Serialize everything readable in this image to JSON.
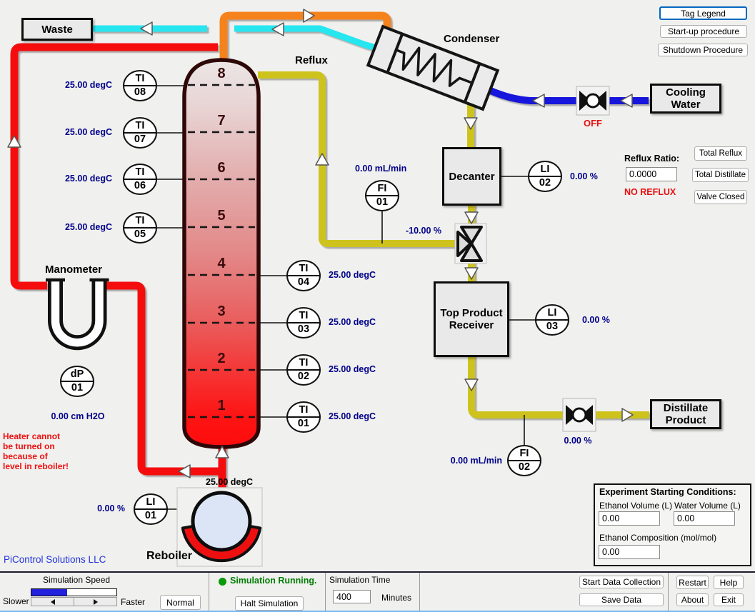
{
  "brand": "PiControl Solutions LLC",
  "procedures": [
    "Tag Legend",
    "Start-up procedure",
    "Shutdown Procedure"
  ],
  "equipment": {
    "waste": "Waste",
    "condenser": "Condenser",
    "cooling_water": "Cooling Water",
    "decanter": "Decanter",
    "receiver": "Top Product Receiver",
    "distillate_product": "Distillate Product",
    "reboiler": "Reboiler",
    "manometer": "Manometer",
    "reflux": "Reflux"
  },
  "column": {
    "trays": [
      "8",
      "7",
      "6",
      "5",
      "4",
      "3",
      "2",
      "1"
    ]
  },
  "instruments": {
    "ti_left": [
      {
        "tag": "TI",
        "num": "08",
        "value": "25.00 degC"
      },
      {
        "tag": "TI",
        "num": "07",
        "value": "25.00 degC"
      },
      {
        "tag": "TI",
        "num": "06",
        "value": "25.00 degC"
      },
      {
        "tag": "TI",
        "num": "05",
        "value": "25.00 degC"
      }
    ],
    "ti_right": [
      {
        "tag": "TI",
        "num": "04",
        "value": "25.00 degC"
      },
      {
        "tag": "TI",
        "num": "03",
        "value": "25.00 degC"
      },
      {
        "tag": "TI",
        "num": "02",
        "value": "25.00 degC"
      },
      {
        "tag": "TI",
        "num": "01",
        "value": "25.00 degC"
      }
    ],
    "fi01": {
      "tag": "FI",
      "num": "01",
      "value": "0.00 mL/min"
    },
    "fi02": {
      "tag": "FI",
      "num": "02",
      "value": "0.00 mL/min"
    },
    "li01": {
      "tag": "LI",
      "num": "01",
      "value": "0.00 %"
    },
    "li02": {
      "tag": "LI",
      "num": "02",
      "value": "0.00 %"
    },
    "li03": {
      "tag": "LI",
      "num": "03",
      "value": "0.00 %"
    },
    "dp01": {
      "tag": "dP",
      "num": "01",
      "value": "0.00 cm H2O"
    },
    "reboiler_temp": "25.00 degC",
    "reflux_valve_pct": "-10.00 %",
    "distillate_valve_pct": "0.00 %",
    "cooling_valve_state": "OFF"
  },
  "reflux_panel": {
    "label": "Reflux Ratio:",
    "value": "0.0000",
    "status": "NO REFLUX",
    "buttons": [
      "Total Reflux",
      "Total Distillate",
      "Valve Closed"
    ]
  },
  "warning": {
    "lines": [
      "Heater cannot",
      "be turned on",
      "because of",
      "level in reboiler!"
    ]
  },
  "experiment": {
    "title": "Experiment Starting Conditions:",
    "ethanol_volume_label": "Ethanol Volume (L)",
    "water_volume_label": "Water Volume (L)",
    "ethanol_volume": "0.00",
    "water_volume": "0.00",
    "composition_label": "Ethanol Composition (mol/mol)",
    "composition": "0.00"
  },
  "controls": {
    "speed_label": "Simulation Speed",
    "slower": "Slower",
    "faster": "Faster",
    "normal": "Normal",
    "speed_fraction": 0.42,
    "status": "Simulation Running.",
    "halt": "Halt Simulation",
    "time_label": "Simulation Time",
    "time_value": "400",
    "minutes": "Minutes",
    "start_data": "Start Data Collection",
    "save_data": "Save Data",
    "restart": "Restart",
    "help": "Help",
    "about": "About",
    "exit": "Exit"
  },
  "colors": {
    "hot_pipe": "#f50d0d",
    "vapor_pipe": "#f6821f",
    "coolant_return": "#25e6ef",
    "coolant_supply": "#1414dc",
    "distillate_pipe": "#cdc31f",
    "value_text": "#00008b",
    "warning_text": "#ee1010",
    "running_text": "#007d00"
  }
}
